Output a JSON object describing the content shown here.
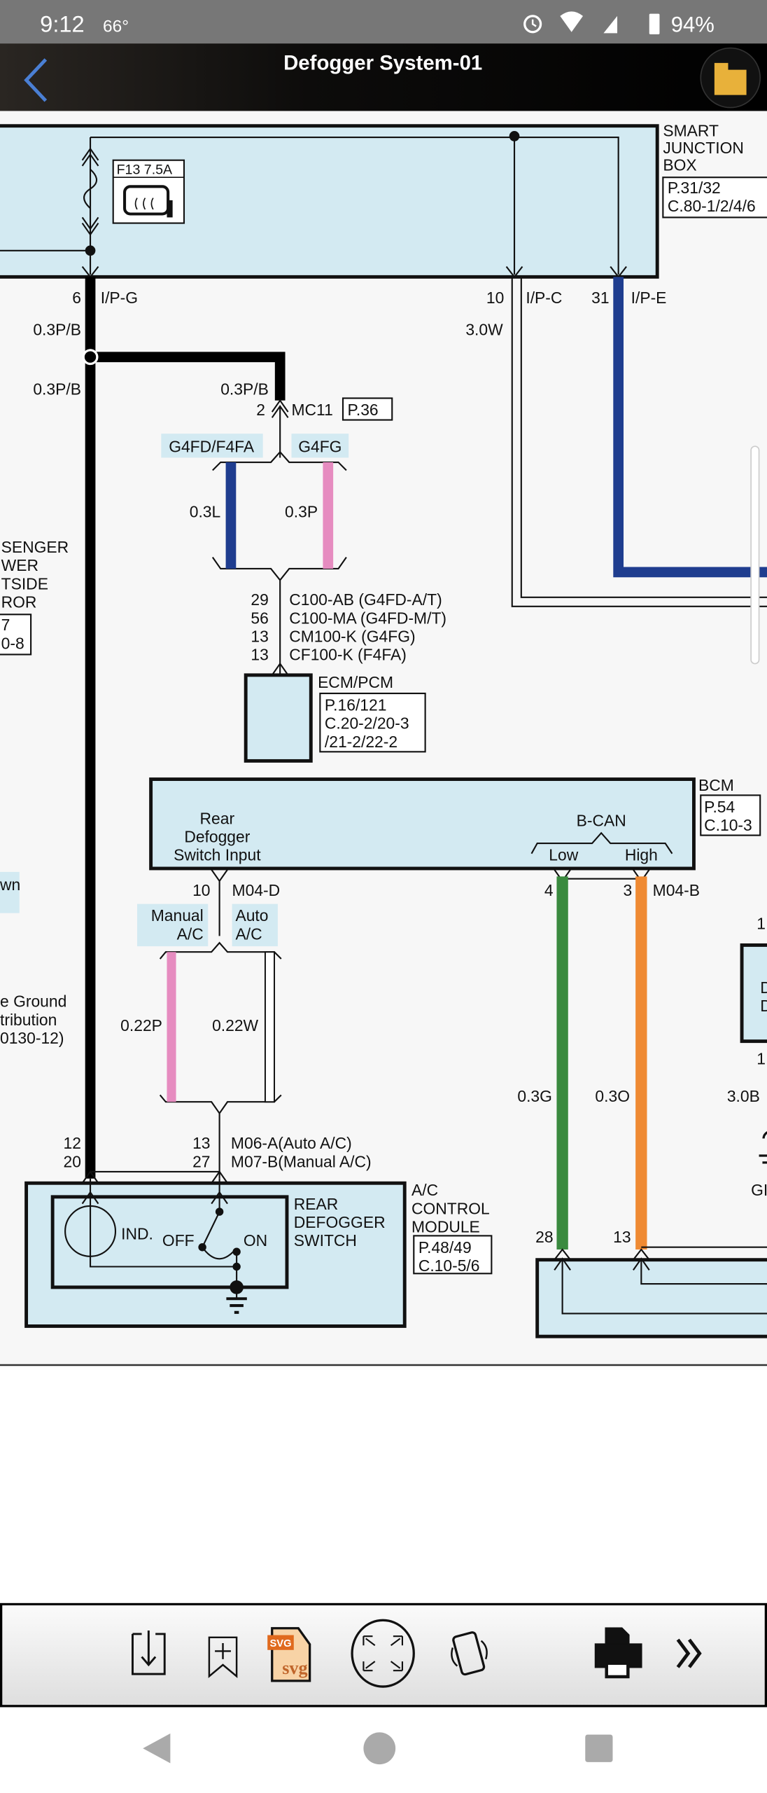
{
  "status_bar": {
    "time": "9:12",
    "temperature": "66°",
    "battery": "94%"
  },
  "header": {
    "title": "Defogger System-01"
  },
  "diagram": {
    "sjb": {
      "name": [
        "SMART",
        "JUNCTION",
        "BOX"
      ],
      "ref": [
        "P.31/32",
        "C.80-1/2/4/6"
      ],
      "fuse": "F13 7.5A"
    },
    "sjb_pins": [
      {
        "pin": "6",
        "conn": "I/P-G"
      },
      {
        "pin": "10",
        "conn": "I/P-C"
      },
      {
        "pin": "31",
        "conn": "I/P-E"
      }
    ],
    "wires": {
      "pb1": "0.3P/B",
      "pb2": "0.3P/B",
      "pb3": "0.3P/B",
      "w30": "3.0W",
      "l03": "0.3L",
      "p03": "0.3P",
      "p022": "0.22P",
      "w022": "0.22W",
      "g03": "0.3G",
      "o03": "0.3O",
      "b30": "3.0B"
    },
    "mc11": {
      "pin": "2",
      "conn": "MC11",
      "ref": "P.36"
    },
    "variants": {
      "g4fd_f4fa": "G4FD/F4FA",
      "g4fg": "G4FG",
      "manual": [
        "Manual",
        "A/C"
      ],
      "auto": [
        "Auto",
        "A/C"
      ]
    },
    "ecm_pins": [
      {
        "pin": "29",
        "conn": "C100-AB (G4FD-A/T)"
      },
      {
        "pin": "56",
        "conn": "C100-MA (G4FD-M/T)"
      },
      {
        "pin": "13",
        "conn": "CM100-K (G4FG)"
      },
      {
        "pin": "13",
        "conn": "CF100-K (F4FA)"
      }
    ],
    "ecm": {
      "name": "ECM/PCM",
      "ref": [
        "P.16/121",
        "C.20-2/20-3",
        "/21-2/22-2"
      ]
    },
    "bcm": {
      "name": "BCM",
      "ref": [
        "P.54",
        "C.10-3"
      ],
      "input": [
        "Rear",
        "Defogger",
        "Switch Input"
      ],
      "bcan": "B-CAN",
      "low": "Low",
      "high": "High",
      "pin_in": "10",
      "conn_in": "M04-D",
      "pin_low": "4",
      "pin_high": "3",
      "conn_can": "M04-B"
    },
    "ac_pins": {
      "left": [
        "12",
        "20"
      ],
      "right": [
        "13",
        "27"
      ],
      "conn": [
        "M06-A(Auto A/C)",
        "M07-B(Manual A/C)"
      ]
    },
    "ac_module": {
      "name": [
        "A/C",
        "CONTROL",
        "MODULE"
      ],
      "ref": [
        "P.48/49",
        "C.10-5/6"
      ],
      "switch": [
        "REAR",
        "DEFOGGER",
        "SWITCH"
      ],
      "ind": "IND.",
      "off": "OFF",
      "on": "ON"
    },
    "lower_pins": {
      "p28": "28",
      "p13": "13"
    },
    "left_cut": {
      "mirror": [
        "SENGER",
        "WER",
        "TSIDE",
        "ROR"
      ],
      "mirror_ref": [
        "7",
        "0-8"
      ],
      "wn": "wn",
      "ground": [
        "e Ground",
        "tribution",
        "0130-12)"
      ]
    },
    "right_cut": {
      "p1a": "1",
      "d1": "D",
      "d2": "D",
      "p1b": "1",
      "gnd": "GI"
    }
  },
  "colors": {
    "blue": "#1f3d8f",
    "pink": "#e68cc0",
    "green": "#3a8a3f",
    "orange": "#ef8a33",
    "box": "#d3eaf2",
    "folder": "#e8b13a",
    "back": "#4a7fd4"
  },
  "toolbar": {
    "svg_badge": "SVG",
    "svg_text": "svg"
  }
}
